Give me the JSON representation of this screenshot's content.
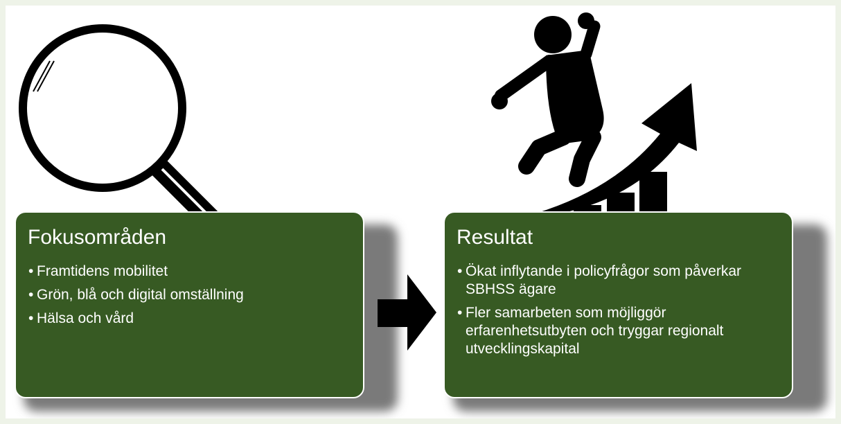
{
  "colors": {
    "background": "#eef3e8",
    "box_fill": "#375a23",
    "box_border": "#ffffff",
    "text": "#ffffff",
    "icon": "#000000"
  },
  "icons": [
    "magnifying-glass-icon",
    "jumping-child-icon",
    "up-arrow-chart-icon",
    "right-arrow-icon"
  ],
  "focus": {
    "title": "Fokusområden",
    "items": [
      "Framtidens mobilitet",
      "Grön, blå och digital omställning",
      "Hälsa och vård"
    ]
  },
  "result": {
    "title": "Resultat",
    "items": [
      "Ökat inflytande i policyfrågor som påverkar SBHSS ägare",
      "Fler samarbeten som möjliggör erfarenhetsutbyten och tryggar regionalt utvecklingskapital"
    ]
  },
  "bullet_char": "•"
}
